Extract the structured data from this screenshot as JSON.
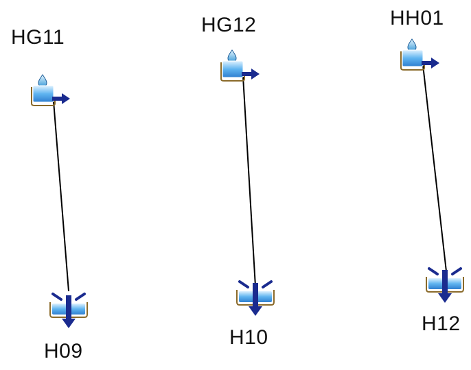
{
  "flows": [
    {
      "source": {
        "label": "HG11",
        "icon": "source-node-icon"
      },
      "target": {
        "label": "H09",
        "icon": "sink-node-icon"
      }
    },
    {
      "source": {
        "label": "HG12",
        "icon": "source-node-icon"
      },
      "target": {
        "label": "H10",
        "icon": "sink-node-icon"
      }
    },
    {
      "source": {
        "label": "HH01",
        "icon": "source-node-icon"
      },
      "target": {
        "label": "H12",
        "icon": "sink-node-icon"
      }
    }
  ],
  "colors": {
    "connector": "#000000",
    "arrow": "#1a2b8f",
    "water": "#4aa3e8",
    "water_light": "#bfe3ff",
    "frame": "#8a6a2a"
  }
}
